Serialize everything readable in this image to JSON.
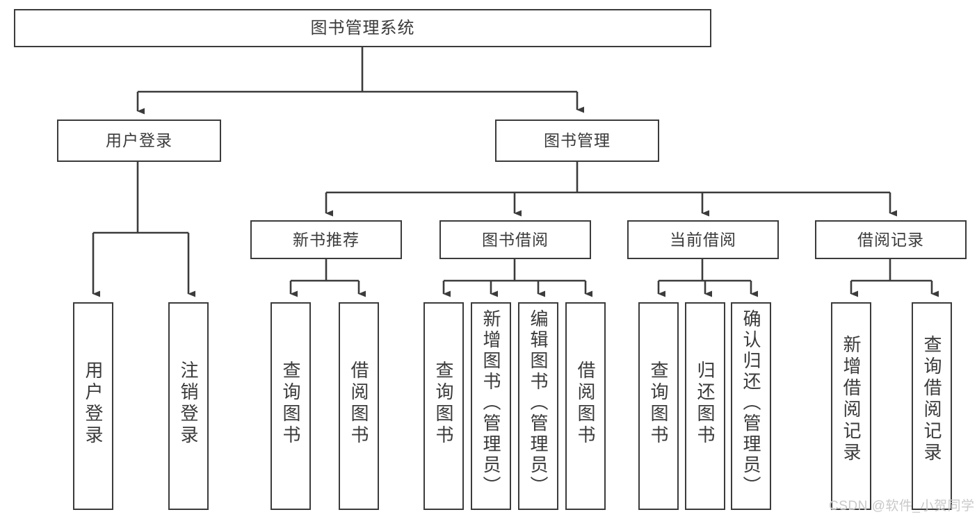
{
  "diagram": {
    "type": "hierarchy-tree",
    "title": "图书管理系统",
    "watermark": "CSDN @软件_小贺同学",
    "colors": {
      "stroke": "#3b3b3b",
      "text": "#3a3a3a",
      "background": "#ffffff",
      "watermark": "#c9c9c9"
    },
    "levels": 3,
    "root": {
      "label": "图书管理系统"
    },
    "level1": [
      {
        "label": "用户登录"
      },
      {
        "label": "图书管理"
      }
    ],
    "level2": [
      {
        "label": "新书推荐",
        "parent": "图书管理"
      },
      {
        "label": "图书借阅",
        "parent": "图书管理"
      },
      {
        "label": "当前借阅",
        "parent": "图书管理"
      },
      {
        "label": "借阅记录",
        "parent": "图书管理"
      }
    ],
    "leaves": {
      "user_login": [
        {
          "label": "用户登录"
        },
        {
          "label": "注销登录"
        }
      ],
      "new_book_recommend": [
        {
          "label": "查询图书"
        },
        {
          "label": "借阅图书"
        }
      ],
      "book_borrow": [
        {
          "label": "查询图书"
        },
        {
          "label": "新增图书（管理员）"
        },
        {
          "label": "编辑图书（管理员）"
        },
        {
          "label": "借阅图书"
        }
      ],
      "current_borrow": [
        {
          "label": "查询图书"
        },
        {
          "label": "归还图书"
        },
        {
          "label": "确认归还（管理员）"
        }
      ],
      "borrow_record": [
        {
          "label": "新增借阅记录"
        },
        {
          "label": "查询借阅记录"
        }
      ]
    }
  }
}
